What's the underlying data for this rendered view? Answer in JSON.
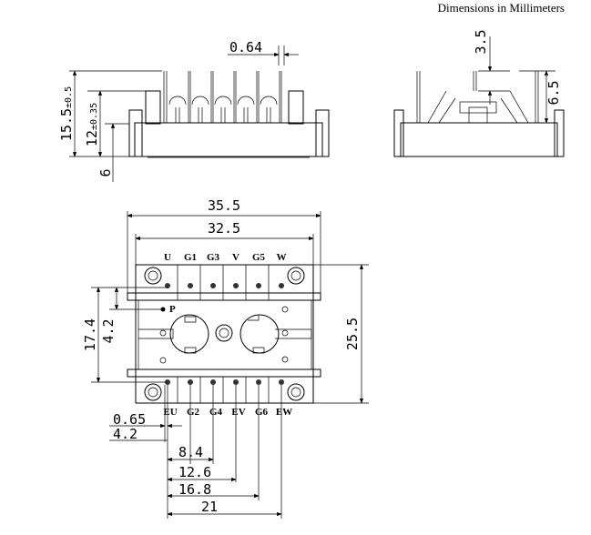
{
  "title": "Dimensions in Millimeters",
  "side_view": {
    "dim_total_height": "15.5",
    "dim_total_height_tol": "±0.5",
    "dim_body_height": "12",
    "dim_body_height_tol": "±0.35",
    "dim_base": "6",
    "dim_pin_width": "0.64"
  },
  "end_view": {
    "dim_pin_top": "3.5",
    "dim_pin_length": "6.5"
  },
  "top_view": {
    "dim_overall_width": "35.5",
    "dim_hole_pitch": "32.5",
    "dim_height": "25.5",
    "dim_left_1": "17.4",
    "dim_left_2": "4.2",
    "label_p": "P",
    "top_pins": [
      "U",
      "G1",
      "G3",
      "V",
      "G5",
      "W"
    ],
    "bottom_pins": [
      "EU",
      "G2",
      "G4",
      "EV",
      "G6",
      "EW"
    ],
    "dim_bottom": [
      "0.65",
      "4.2",
      "8.4",
      "12.6",
      "16.8",
      "21"
    ]
  }
}
